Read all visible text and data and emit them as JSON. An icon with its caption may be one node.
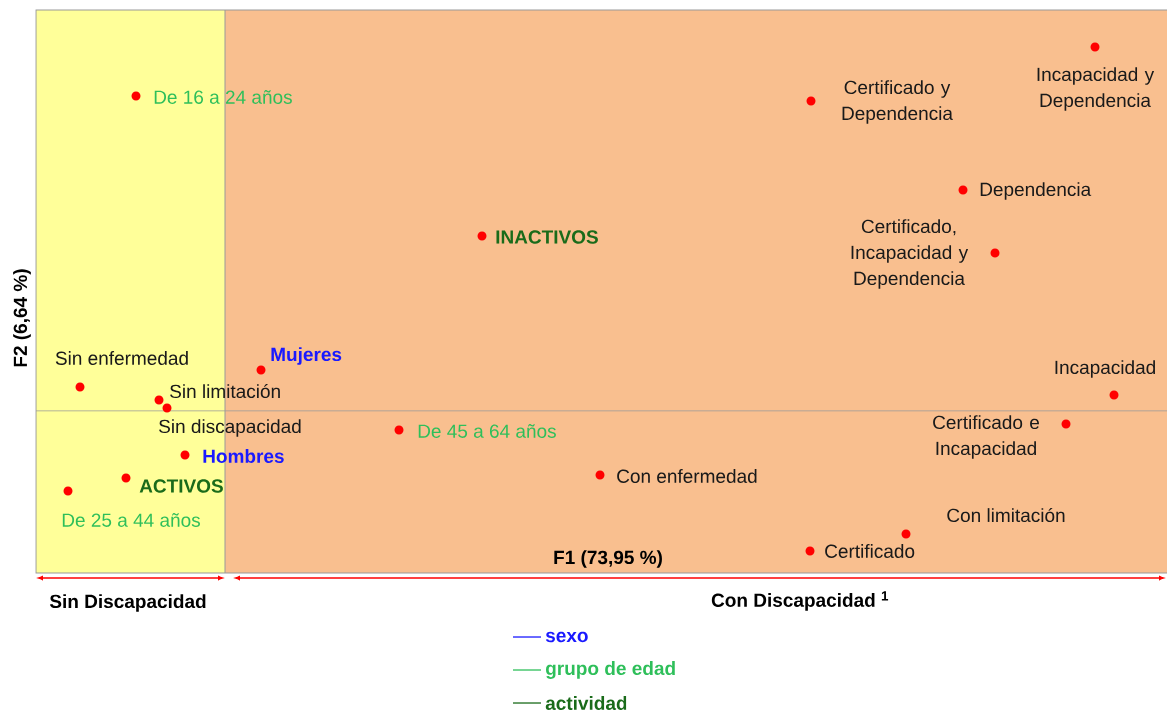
{
  "diagram": {
    "labels": [
      "Incapacidad y Dependencia",
      "De 16 a 24 años",
      "Certificado y Dependencia",
      "Dependencia",
      "INACTIVOS",
      "Certificado, Incapacidad y Dependencia",
      "Sin enfermedad",
      "Mujeres",
      "Incapacidad",
      "Sin limitación",
      "Sin discapacidad",
      "Certificado e Incapacidad",
      "De 45 a 64 años",
      "Hombres",
      "Con enfermedad",
      "ACTIVOS",
      "De 25 a 44 años",
      "Con limitación",
      "Certificado",
      "F1 (73,95 %)",
      "F2 (6,64 %)",
      "Sin Discapacidad",
      "Con Discapacidad $^{1}$"
    ],
    "legend": [
      {
        "text": "sexo"
      },
      {
        "text": "grupo de edad"
      },
      {
        "text": "actividad"
      }
    ]
  }
}
